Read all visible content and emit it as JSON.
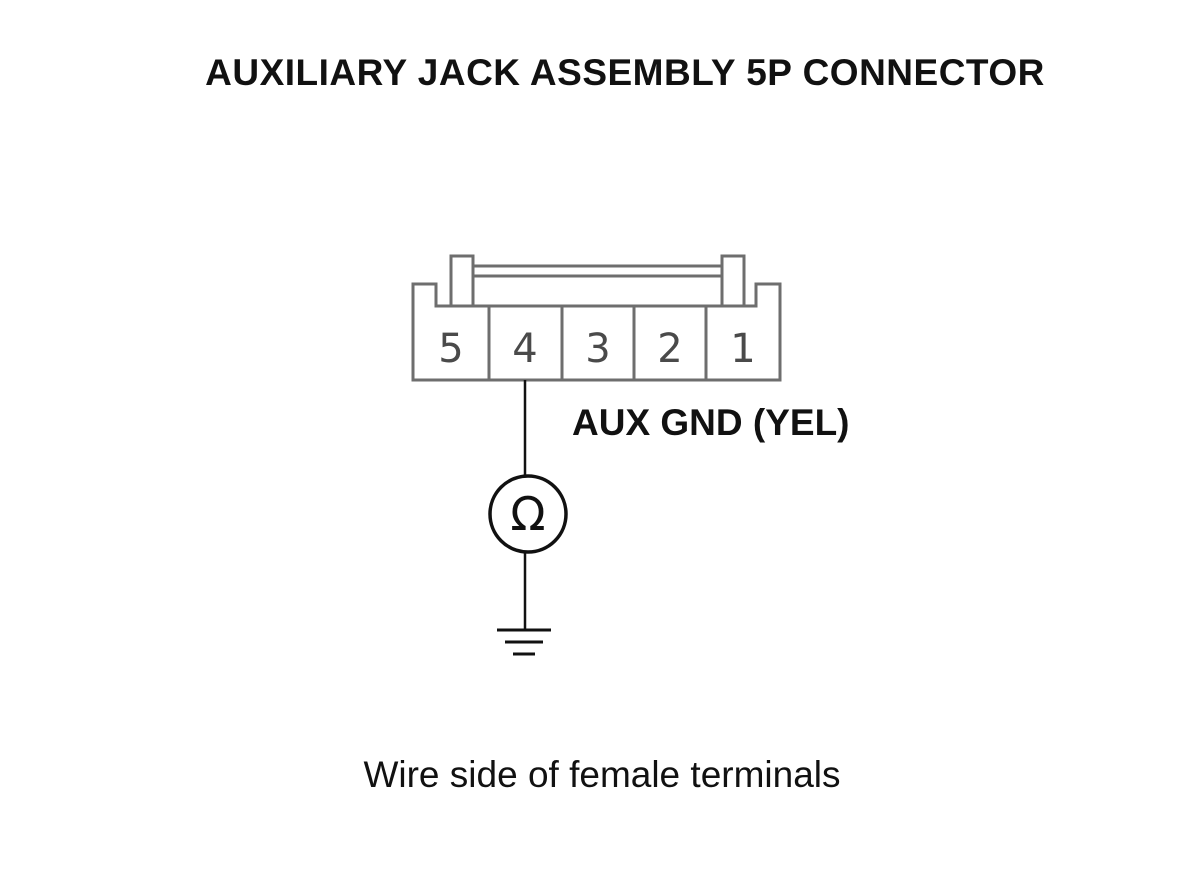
{
  "title": "AUXILIARY JACK ASSEMBLY 5P CONNECTOR",
  "connector": {
    "pins": [
      "5",
      "4",
      "3",
      "2",
      "1"
    ]
  },
  "wire": {
    "label": "AUX GND (YEL)",
    "pin": "4"
  },
  "meter": {
    "symbol": "Ω",
    "icon": "ohmmeter-icon"
  },
  "ground": {
    "icon": "ground-icon"
  },
  "caption": "Wire side of female terminals",
  "colors": {
    "line": "#111111",
    "connector_outline": "#6e6e6e",
    "pin_text": "#4a4a4a"
  }
}
